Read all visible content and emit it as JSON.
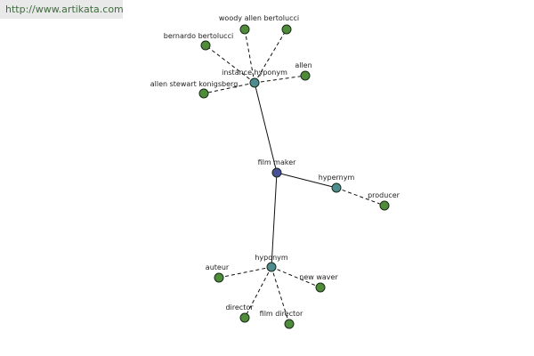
{
  "watermark": "http://www.artikata.com",
  "colors": {
    "center": "#4a4f9a",
    "relation": "#4f8c8f",
    "leaf": "#4f8c3a",
    "stroke": "#1a2a1a"
  },
  "center": {
    "label": "film maker"
  },
  "relations": [
    {
      "id": "instance-hyponym",
      "label": "instance hyponym"
    },
    {
      "id": "hypernym",
      "label": "hypernym"
    },
    {
      "id": "hyponym",
      "label": "hyponym"
    }
  ],
  "leaves": [
    {
      "parent": "instance-hyponym",
      "label": "woody allen bertolucci"
    },
    {
      "parent": "instance-hyponym",
      "label": ""
    },
    {
      "parent": "instance-hyponym",
      "label": "bernardo bertolucci"
    },
    {
      "parent": "instance-hyponym",
      "label": "allen"
    },
    {
      "parent": "instance-hyponym",
      "label": "allen stewart konigsberg"
    },
    {
      "parent": "hypernym",
      "label": "producer"
    },
    {
      "parent": "hyponym",
      "label": "auteur"
    },
    {
      "parent": "hyponym",
      "label": "new waver"
    },
    {
      "parent": "hyponym",
      "label": "director"
    },
    {
      "parent": "hyponym",
      "label": "film director"
    }
  ]
}
